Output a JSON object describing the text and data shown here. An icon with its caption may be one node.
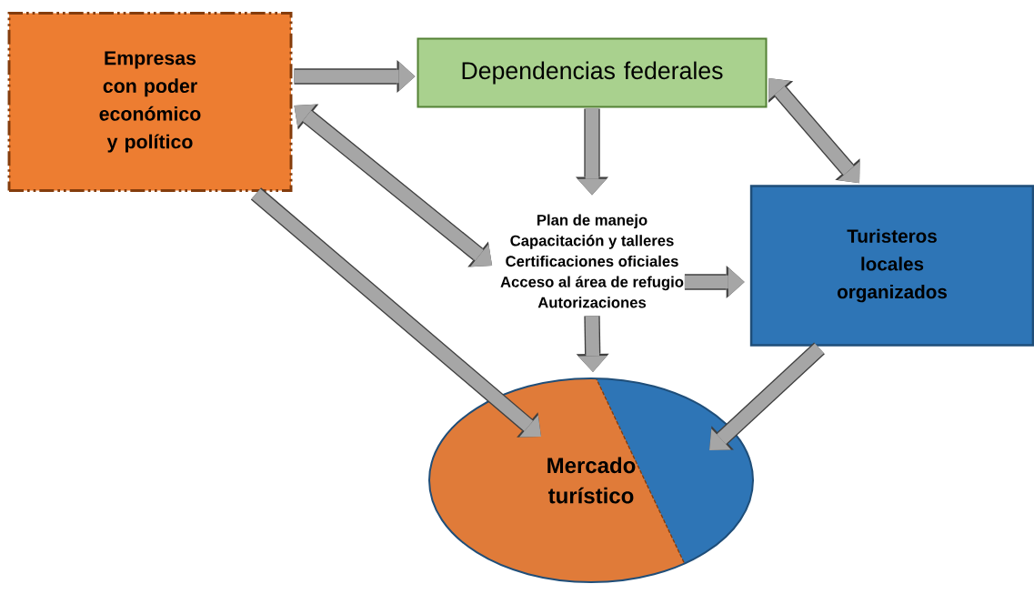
{
  "diagram": {
    "nodes": [
      {
        "text": [
          "Empresas con poder económico y político"
        ]
      },
      {
        "text": [
          "Dependencias federales"
        ]
      },
      {
        "text": [
          "Plan de manejo",
          "Capacitación y talleres",
          "Certificaciones oficiales",
          "Acceso al área de refugio",
          "Autorizaciones"
        ]
      },
      {
        "text": [
          "Turisteros locales organizados"
        ]
      },
      {
        "text": [
          "Mercado turístico"
        ]
      }
    ],
    "edges": [
      {
        "from": 0,
        "to": 1,
        "arrow": "to"
      },
      {
        "from": 0,
        "to": 2,
        "arrow": "both"
      },
      {
        "from": 1,
        "to": 2,
        "arrow": "to"
      },
      {
        "from": 1,
        "to": 3,
        "arrow": "both"
      },
      {
        "from": 2,
        "to": 3,
        "arrow": "to"
      },
      {
        "from": 2,
        "to": 4,
        "arrow": "to"
      },
      {
        "from": 0,
        "to": 4,
        "arrow": "to"
      },
      {
        "from": 3,
        "to": 4,
        "arrow": "to"
      }
    ]
  }
}
